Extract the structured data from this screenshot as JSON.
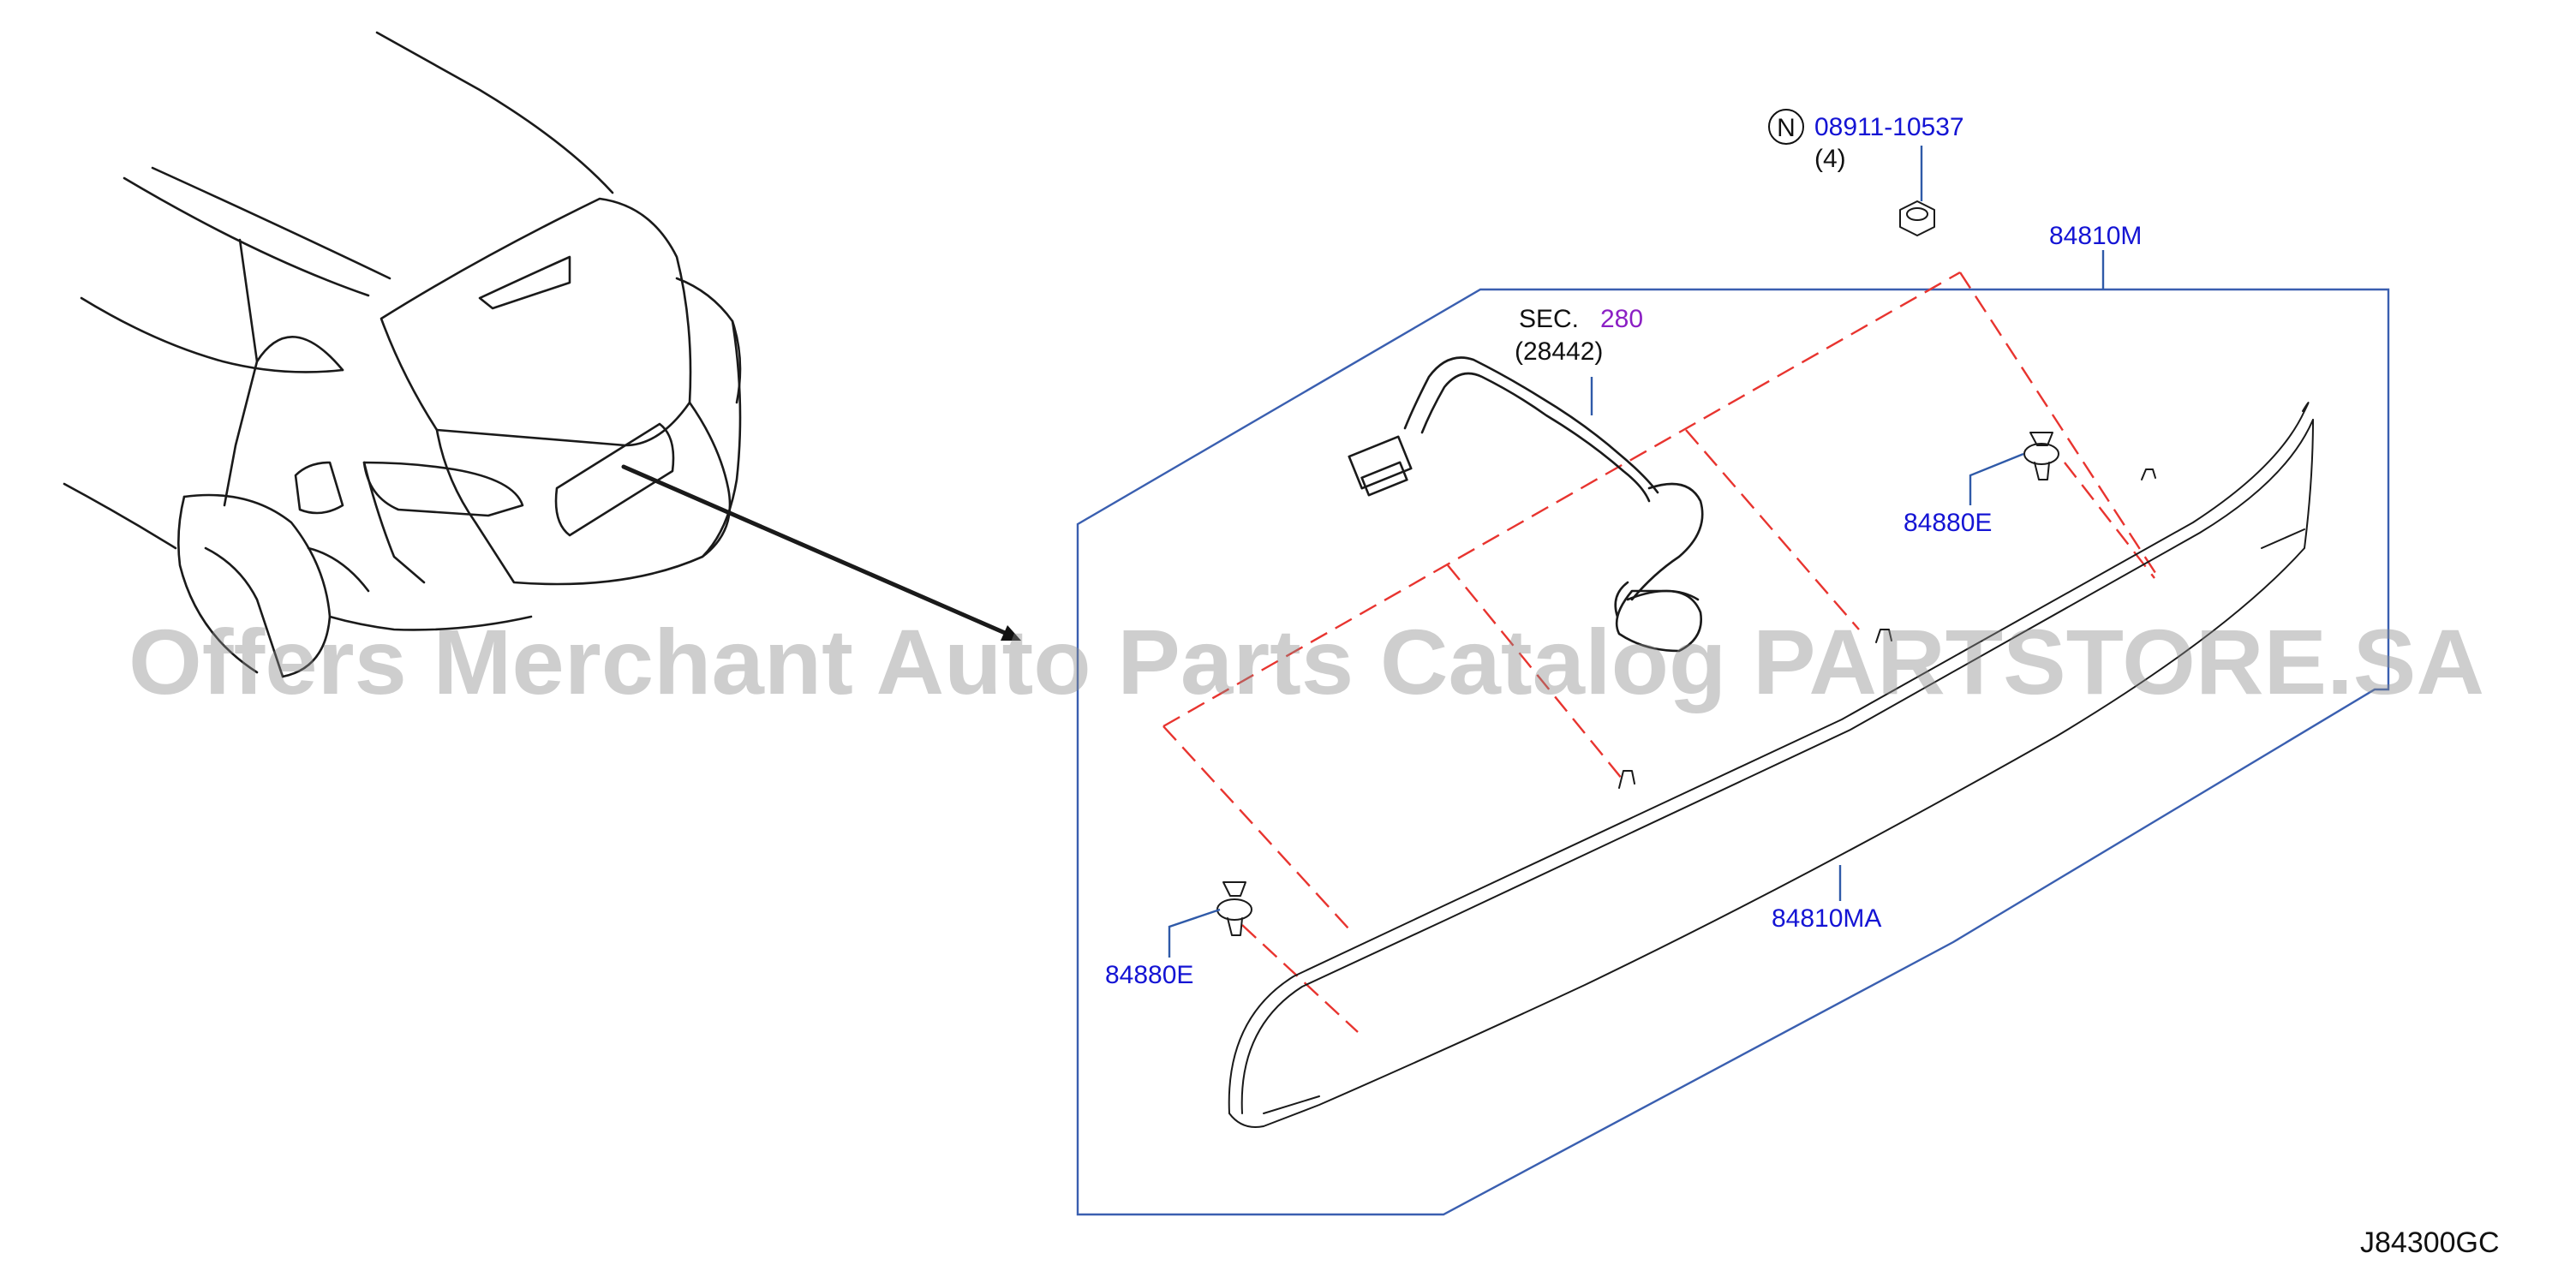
{
  "diagram": {
    "watermark": "Offers Merchant Auto Parts Catalog PARTSTORE.SA",
    "diagram_code": "J84300GC",
    "parts": {
      "nut": {
        "prefix": "N",
        "part_number": "08911-10537",
        "quantity": "(4)"
      },
      "finisher_assy": {
        "part_number": "84810M"
      },
      "finisher": {
        "part_number": "84810MA"
      },
      "clip_right": {
        "part_number": "84880E"
      },
      "clip_left": {
        "part_number": "84880E"
      },
      "harness": {
        "section_prefix": "SEC.",
        "section_number": "280",
        "part_number": "(28442)"
      }
    },
    "colors": {
      "leader_lines": "#2f5aa8",
      "part_labels": "#1414d4",
      "section_link": "#8b1fc4",
      "assembly_dashes": "#e8342f"
    },
    "icons": [
      "vehicle-rear-icon",
      "nut-icon",
      "clip-icon",
      "camera-harness-icon",
      "finisher-bar-icon"
    ]
  }
}
